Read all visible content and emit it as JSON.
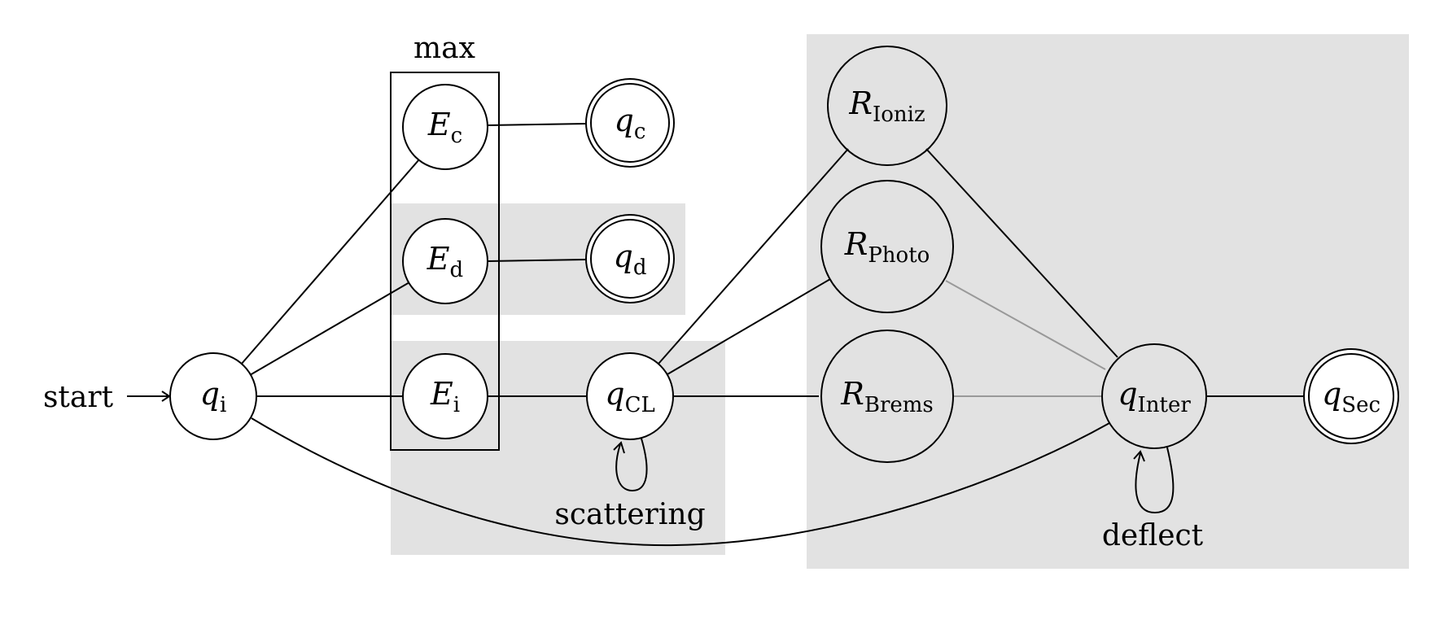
{
  "diagram": {
    "labels": {
      "start": "start",
      "max": "max",
      "scattering": "scattering",
      "deflect": "deflect"
    },
    "nodes": {
      "qi": {
        "main": "q",
        "sub": "i"
      },
      "Ec": {
        "main": "E",
        "sub": "c"
      },
      "Ed": {
        "main": "E",
        "sub": "d"
      },
      "Ei": {
        "main": "E",
        "sub": "i"
      },
      "qc": {
        "main": "q",
        "sub": "c"
      },
      "qd": {
        "main": "q",
        "sub": "d"
      },
      "qCL": {
        "main": "q",
        "sub": "CL"
      },
      "RIoniz": {
        "main": "R",
        "sub": "Ioniz"
      },
      "RPhoto": {
        "main": "R",
        "sub": "Photo"
      },
      "RBrems": {
        "main": "R",
        "sub": "Brems"
      },
      "qInter": {
        "main": "q",
        "sub": "Inter"
      },
      "qSec": {
        "main": "q",
        "sub": "Sec"
      }
    },
    "colors": {
      "stroke": "#000000",
      "region_fill": "#e2e2e2",
      "faint_edge": "#999999"
    }
  }
}
